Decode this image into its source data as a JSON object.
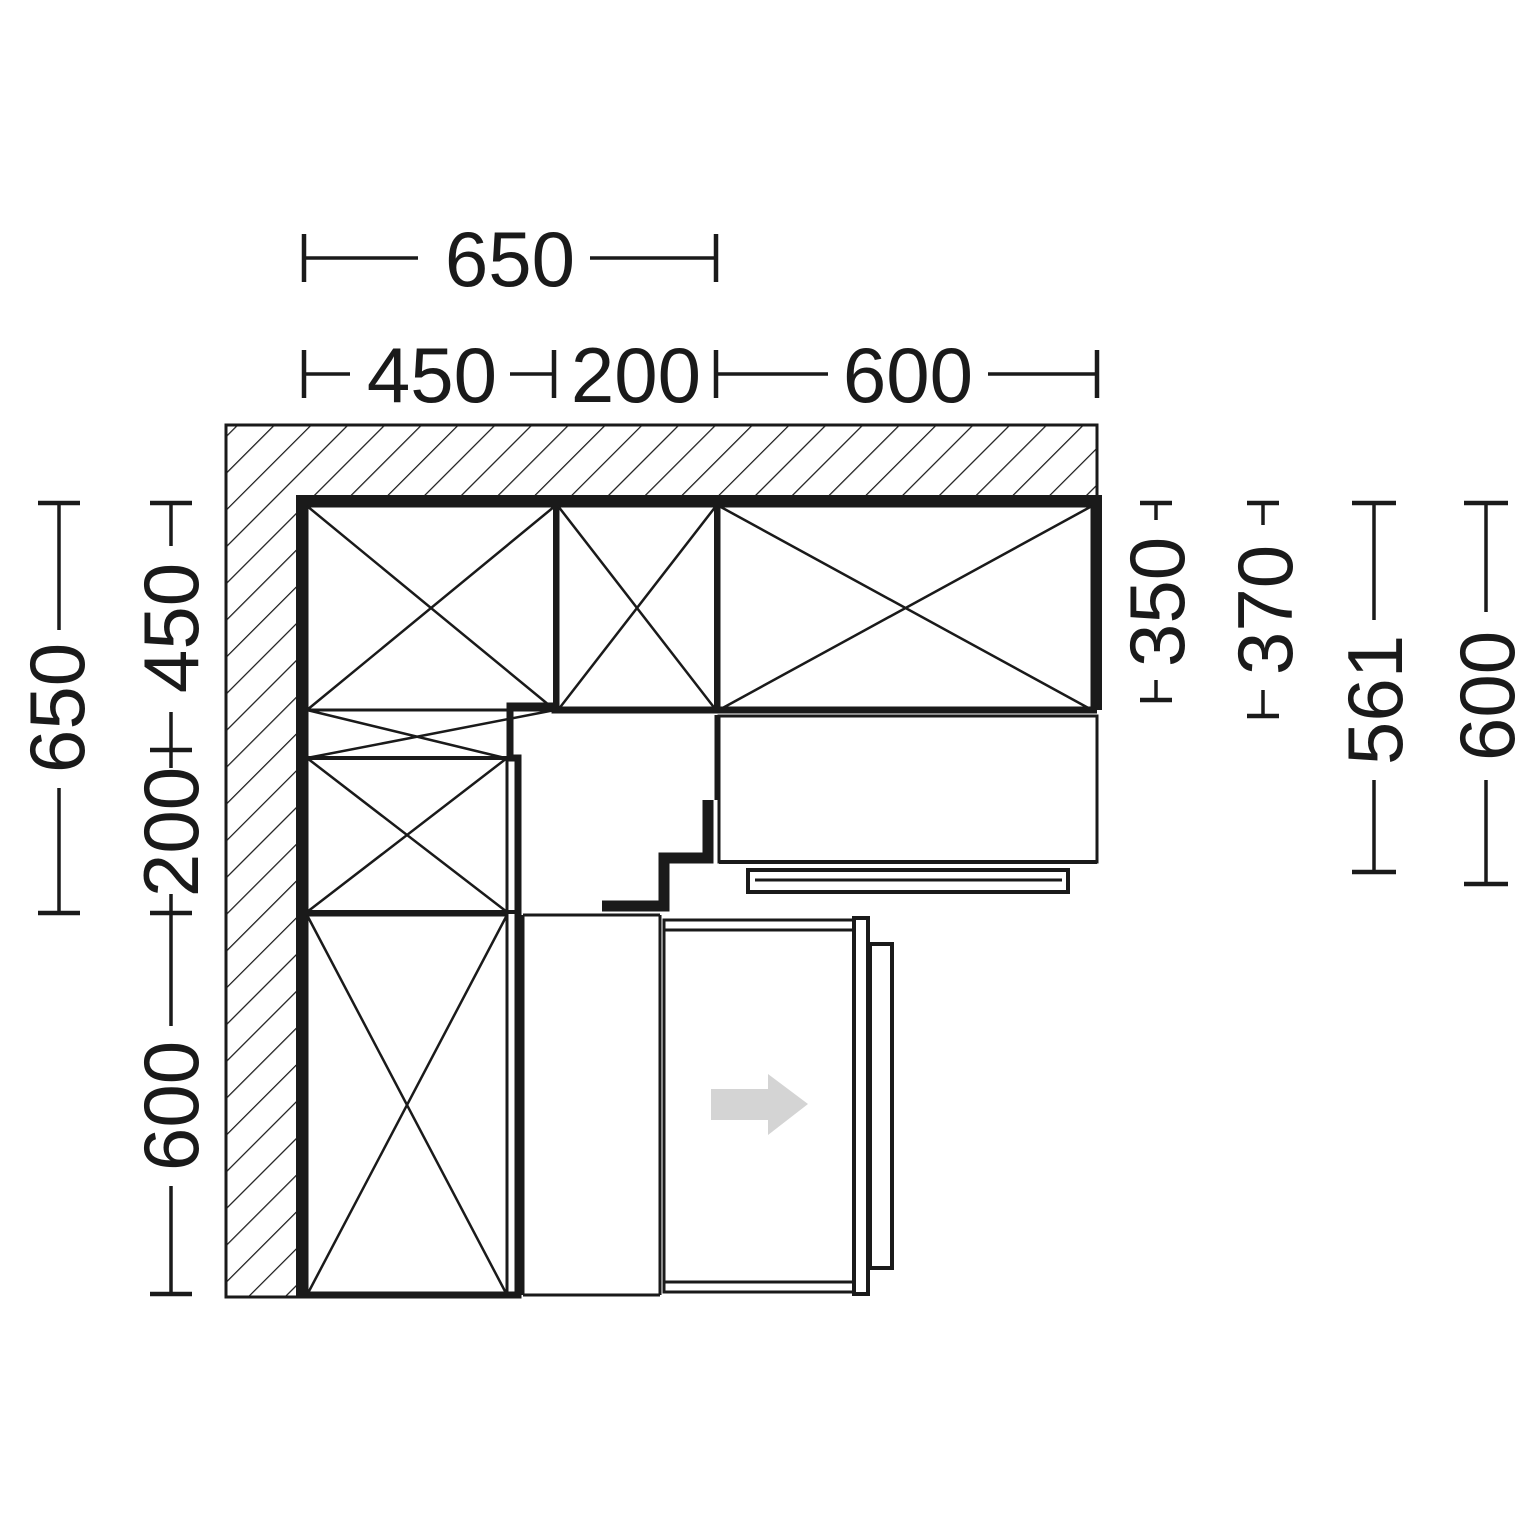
{
  "dimensions": {
    "top_total": "650",
    "top_seg1": "450",
    "top_seg2": "200",
    "top_seg3": "600",
    "left_total": "650",
    "left_seg1": "450",
    "left_seg2": "200",
    "left_seg3": "600",
    "right_1": "350",
    "right_2": "370",
    "right_3": "561",
    "right_4": "600"
  },
  "colors": {
    "line": "#1a1a1a",
    "background": "#ffffff",
    "arrow": "#d4d4d4"
  }
}
